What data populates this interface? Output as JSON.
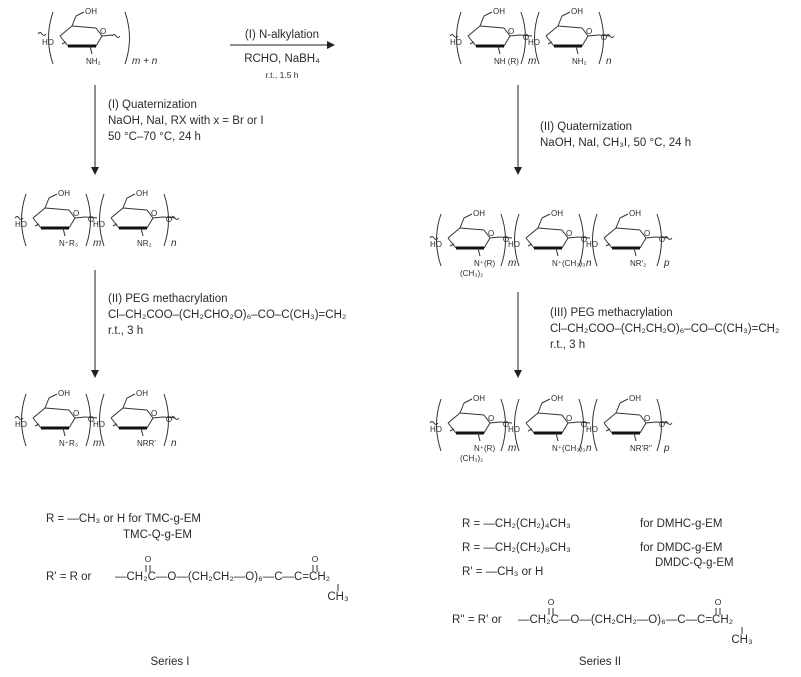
{
  "steps": {
    "s1": {
      "title": "(I) N-alkylation",
      "line2": "RCHO, NaBH₄",
      "line3": "r.t., 1.5 h"
    },
    "s2": {
      "title": "(I) Quaternization",
      "line2": "NaOH, NaI, RX with x = Br or I",
      "line3": "50 °C–70 °C, 24 h"
    },
    "s3": {
      "title": "(II) Quaternization",
      "line2": "NaOH, NaI, CH₃I, 50 °C, 24 h"
    },
    "s4": {
      "title": "(II) PEG methacrylation",
      "line2": "Cl–CH₂COO–(CH₂CHO₂O)₆–CO–C(CH₃)=CH₂",
      "line3": "r.t., 3 h"
    },
    "s5": {
      "title": "(III) PEG methacrylation",
      "line2": "Cl–CH₂COO–(CH₂CH₂O)₆–CO–C(CH₃)=CH₂",
      "line3": "r.t., 3 h"
    }
  },
  "atoms": {
    "oh": "OH",
    "ho": "HO",
    "o": "O",
    "nh2": "NH₂",
    "nhr": "NH (R)",
    "nr3": "N⁺R₃",
    "nr2": "NR₂",
    "nrr": "NRR'",
    "nr2p": "NR'₂",
    "nrrpp": "NR'R''",
    "n_r": "N⁺(R)",
    "ch32": "(CH₃)₂",
    "n_ch33": "N⁺(CH₃)₃",
    "m": "m",
    "n": "n",
    "p": "p",
    "mn": "m + n"
  },
  "legend1": {
    "r_line": "R =  —CH₃ or H for TMC-g-EM",
    "r_line2": "TMC-Q-g-EM",
    "rp_label": "R' = R or",
    "rp_chain": "—CH₂C—O—(CH₂CH₂—O)₆—C—C=CH₂",
    "carbonyl": "O",
    "methyl": "CH₃"
  },
  "legend2": {
    "r1": "R =  —CH₂(CH₂)₄CH₃",
    "r1_for": "for DMHC-g-EM",
    "r2": "R =  —CH₂(CH₂)₈CH₃",
    "r2_for": "for DMDC-g-EM",
    "r2_for2": "DMDC-Q-g-EM",
    "rp": "R' =  —CH₃ or H",
    "rpp_label": "R'' = R' or",
    "rpp_chain": "—CH₂C—O—(CH₂CH₂—O)₆—C—C=CH₂",
    "carbonyl": "O",
    "methyl": "CH₃"
  },
  "series": {
    "left": "Series I",
    "right": "Series II"
  }
}
